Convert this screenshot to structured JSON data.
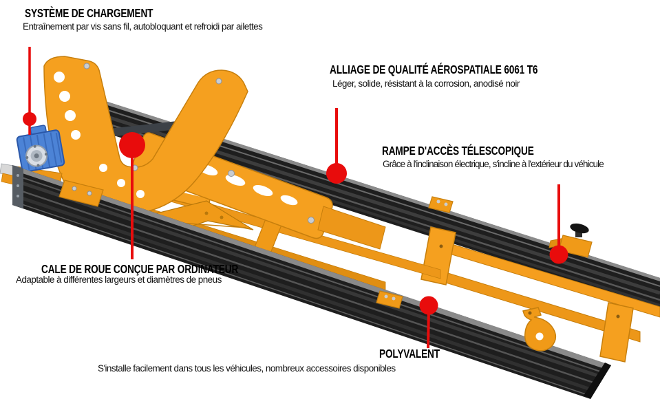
{
  "callouts": [
    {
      "id": "loading-system",
      "title": "SYSTÈME DE CHARGEMENT",
      "description": "Entraînement par vis sans fil, autobloquant et refroidi par ailettes"
    },
    {
      "id": "aerospace-alloy",
      "title": "ALLIAGE DE QUALITÉ AÉROSPATIALE 6061 T6",
      "description": "Léger, solide, résistant à la corrosion, anodisé noir"
    },
    {
      "id": "telescopic-ramp",
      "title": "RAMPE D'ACCÈS TÉLESCOPIQUE",
      "description": "Grâce à l'inclinaison électrique, s'incline à l'extérieur du véhicule"
    },
    {
      "id": "wheel-chock",
      "title": "CALE DE ROUE CONÇUE PAR ORDINATEUR",
      "description": "Adaptable à différentes largeurs et diamètres de pneus"
    },
    {
      "id": "versatile",
      "title": "POLYVALENT",
      "description": "S'installe facilement dans tous les véhicules, nombreux accessoires disponibles"
    }
  ],
  "colors": {
    "accent_red": "#e80c0c",
    "product_orange": "#f5a01f",
    "motor_blue": "#4c83d6",
    "rail_black": "#1e1e1e",
    "text_black": "#000000"
  }
}
